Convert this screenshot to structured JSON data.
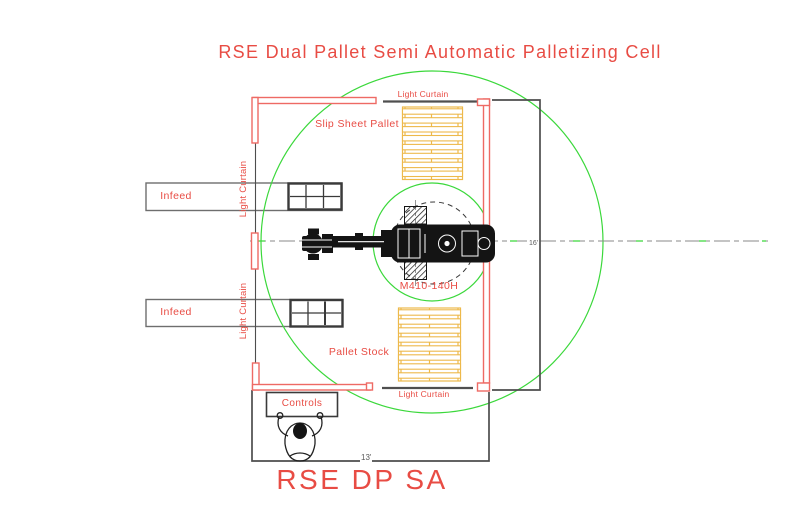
{
  "title": "RSE Dual Pallet Semi Automatic Palletizing Cell",
  "footer_label": "RSE DP SA",
  "labels": {
    "light_curtain_top": "Light Curtain",
    "light_curtain_bottom": "Light Curtain",
    "light_curtain_left_upper": "Light Curtain",
    "light_curtain_left_lower": "Light Curtain",
    "slip_sheet_pallet": "Slip Sheet Pallet",
    "pallet_stock": "Pallet Stock",
    "infeed_top": "Infeed",
    "infeed_bottom": "Infeed",
    "controls": "Controls",
    "robot_model": "M410-140H"
  },
  "dimensions": {
    "cell_width": "13'",
    "cell_height": "16'"
  },
  "colors": {
    "annotation_red": "#e84c44",
    "barrier_red": "#ee6a64",
    "pallet_yellow": "#edb94b",
    "envelope_green": "#3bd83b",
    "structure_gray": "#4d4d4d",
    "robot_black": "#141414"
  }
}
